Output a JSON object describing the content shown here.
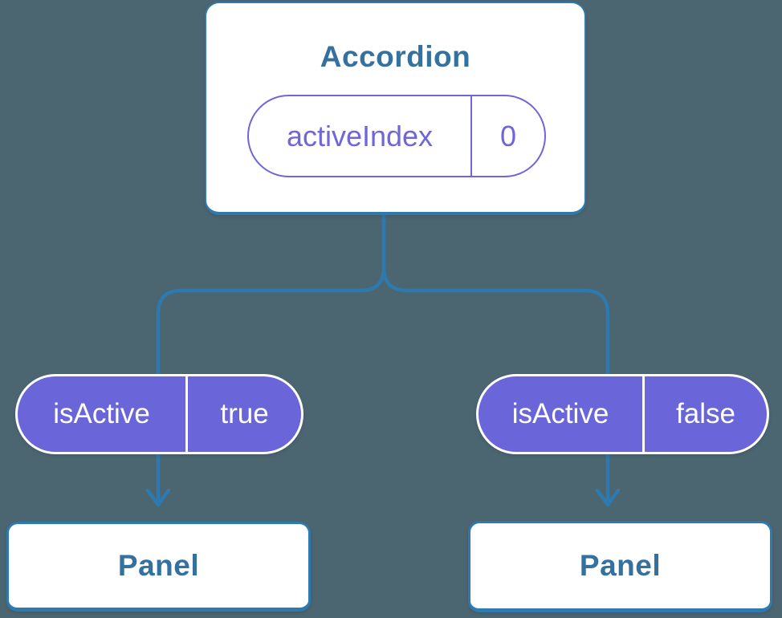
{
  "colors": {
    "background": "#4c6671",
    "connector_line": "#2e79ae",
    "node_title_text": "#35719e",
    "pill_purple_fill": "#6a66d9",
    "pill_purple_accent": "#6f66db",
    "pill_light_text": "#ffffff"
  },
  "accordion": {
    "title": "Accordion",
    "state": {
      "label": "activeIndex",
      "value": "0"
    }
  },
  "prop_pills": [
    {
      "label": "isActive",
      "value": "true"
    },
    {
      "label": "isActive",
      "value": "false"
    }
  ],
  "panels": [
    {
      "title": "Panel"
    },
    {
      "title": "Panel"
    }
  ]
}
